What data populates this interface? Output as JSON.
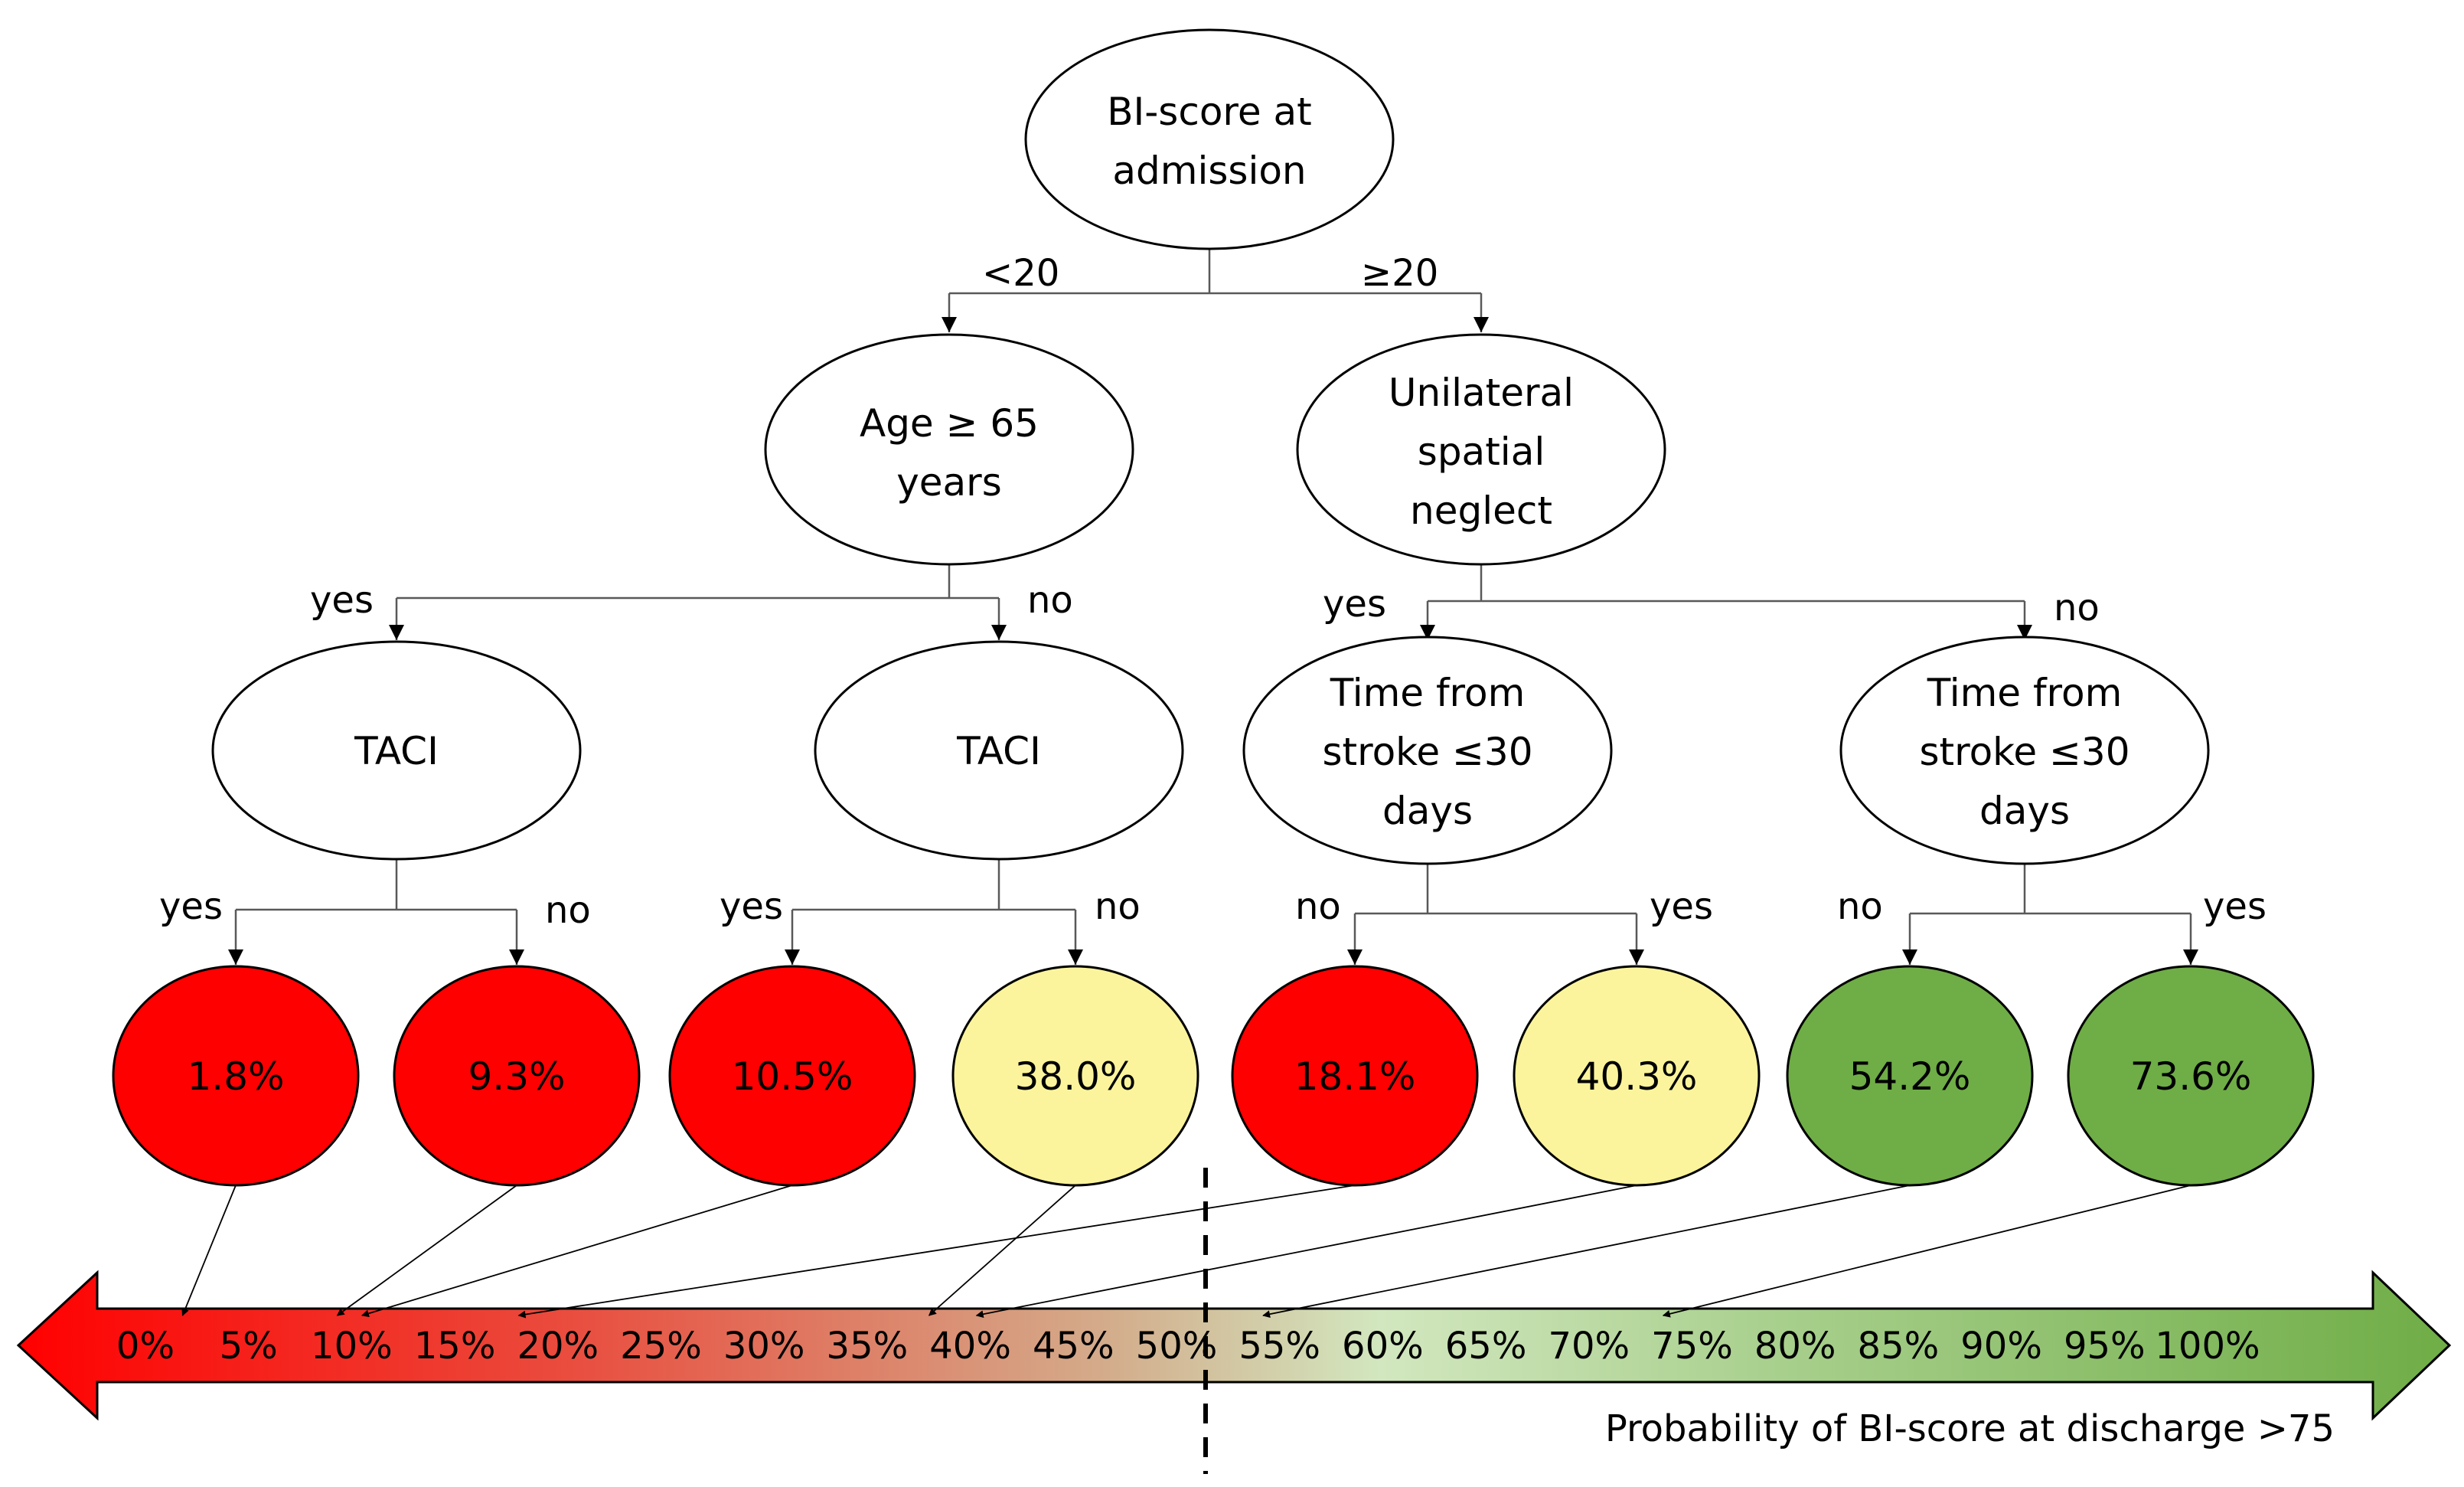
{
  "colors": {
    "red": "#ff0000",
    "yellow": "#fbf49c",
    "green": "#6fad46",
    "arrow_left": "#ff0000",
    "arrow_mid": "#d8d0a0",
    "arrow_light": "#c5e0b4",
    "arrow_right": "#6fad46"
  },
  "nodes": {
    "root": [
      "BI-score at",
      "admission"
    ],
    "age": [
      "Age ≥ 65",
      "years"
    ],
    "neglect": [
      "Unilateral",
      "spatial",
      "neglect"
    ],
    "taci_left": [
      "TACI"
    ],
    "taci_right": [
      "TACI"
    ],
    "time_left": [
      "Time from",
      "stroke ≤30",
      "days"
    ],
    "time_right": [
      "Time from",
      "stroke ≤30",
      "days"
    ]
  },
  "edge_labels": {
    "root_left": "<20",
    "root_right": "≥20",
    "age_yes": "yes",
    "age_no": "no",
    "neglect_yes": "yes",
    "neglect_no": "no",
    "taci1_yes": "yes",
    "taci1_no": "no",
    "taci2_yes": "yes",
    "taci2_no": "no",
    "time1_no": "no",
    "time1_yes": "yes",
    "time2_no": "no",
    "time2_yes": "yes"
  },
  "leaves": [
    {
      "label": "1.8%",
      "value": 1.8,
      "color": "red"
    },
    {
      "label": "9.3%",
      "value": 9.3,
      "color": "red"
    },
    {
      "label": "10.5%",
      "value": 10.5,
      "color": "red"
    },
    {
      "label": "38.0%",
      "value": 38.0,
      "color": "yellow"
    },
    {
      "label": "18.1%",
      "value": 18.1,
      "color": "red"
    },
    {
      "label": "40.3%",
      "value": 40.3,
      "color": "yellow"
    },
    {
      "label": "54.2%",
      "value": 54.2,
      "color": "green"
    },
    {
      "label": "73.6%",
      "value": 73.6,
      "color": "green"
    }
  ],
  "scale": {
    "ticks": [
      "0%",
      "5%",
      "10%",
      "15%",
      "20%",
      "25%",
      "30%",
      "35%",
      "40%",
      "45%",
      "50%",
      "55%",
      "60%",
      "65%",
      "70%",
      "75%",
      "80%",
      "85%",
      "90%",
      "95%",
      "100%"
    ],
    "caption": "Probability of BI-score at discharge >75",
    "threshold": 50
  }
}
